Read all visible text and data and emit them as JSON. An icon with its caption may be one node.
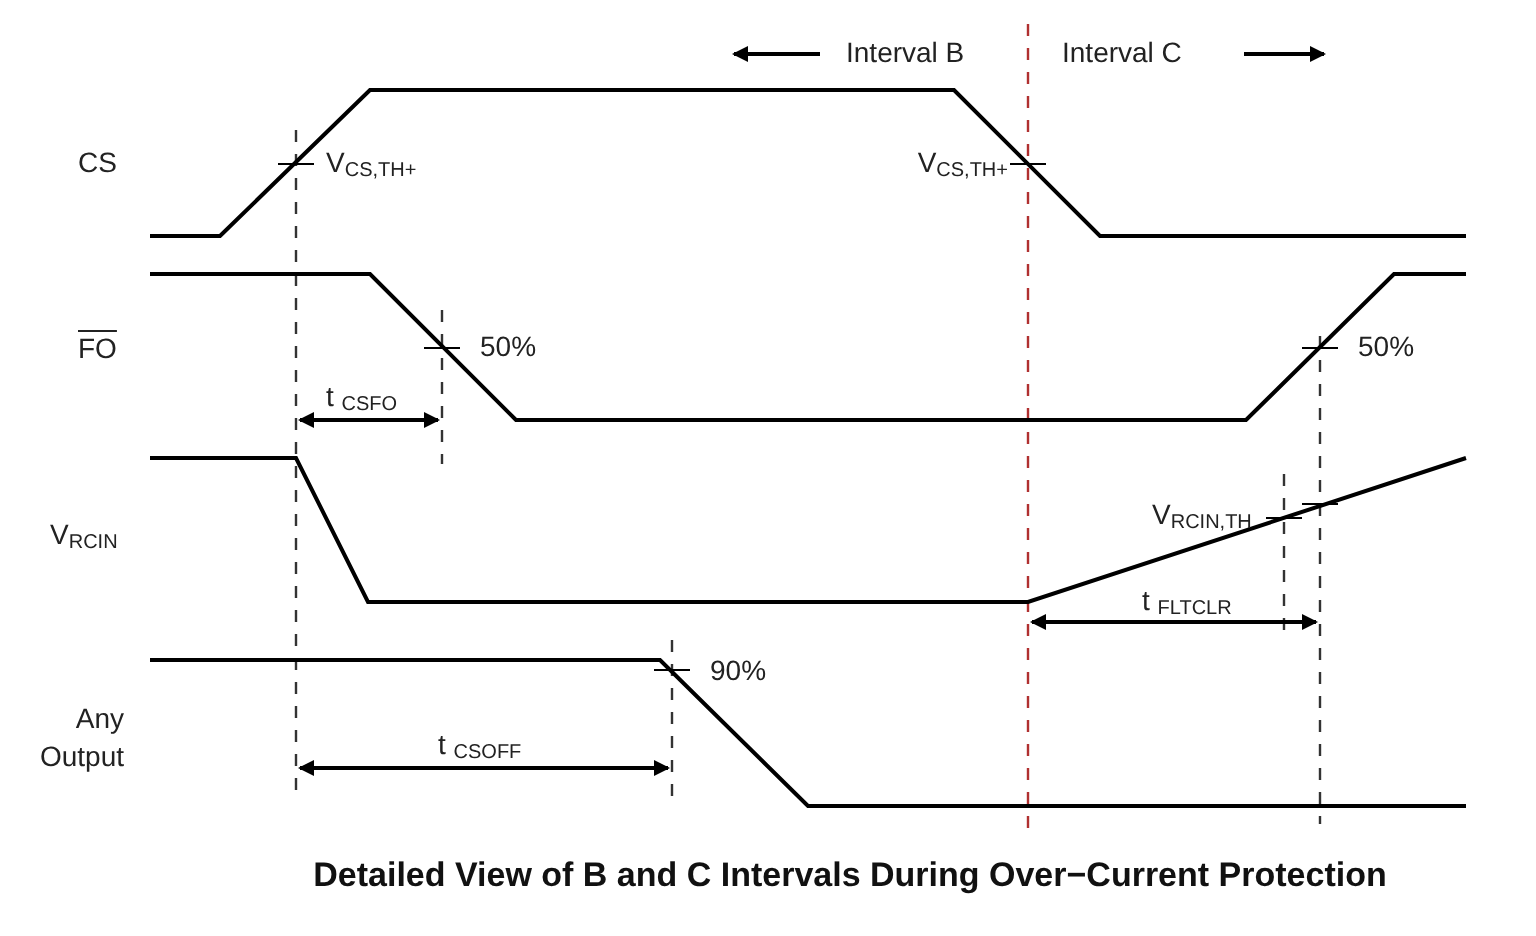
{
  "diagram": {
    "caption": "Detailed View of B and C Intervals During Over−Current Protection",
    "labels": [
      "Interval B",
      "Interval C",
      "CS",
      "V$_{CS,TH+}$",
      "V$_{CS,TH+}$",
      "FO",
      "50%",
      "50%",
      "t $_{CSFO}$",
      "V$_{RCIN}$",
      "V$_{RCIN,TH}$",
      "t $_{FLTCLR}$",
      "Any Output",
      "90%",
      "t $_{CSOFF}$"
    ]
  }
}
